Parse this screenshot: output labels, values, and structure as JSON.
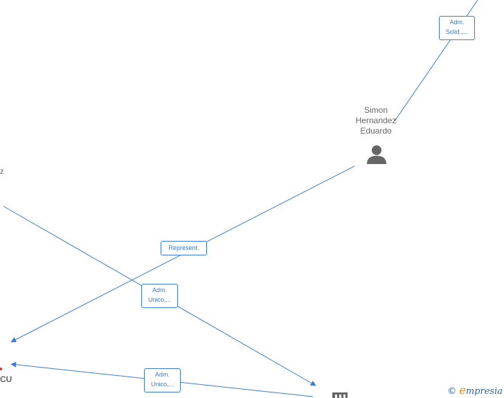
{
  "nodes": {
    "person_simon": {
      "line1": "Simon",
      "line2": "Hernandez",
      "line3": "Eduardo",
      "icon": "person-icon"
    },
    "partial_left_z": "z",
    "partial_left_cu": "CU",
    "company_bottom": {
      "icon": "building-icon"
    }
  },
  "edge_labels": {
    "adm_solid": {
      "line1": "Adm.",
      "line2": "Solid.,..."
    },
    "represent": {
      "line1": "Represent."
    },
    "adm_unico_1": {
      "line1": "Adm.",
      "line2": "Unico,..."
    },
    "adm_unico_2": {
      "line1": "Adm.",
      "line2": "Unico,..."
    }
  },
  "colors": {
    "edge": "#3a7bd5",
    "node_text": "#666666",
    "icon": "#666666"
  },
  "watermark": {
    "copyright": "©",
    "brand_initial": "e",
    "brand_rest": "mpresia"
  }
}
